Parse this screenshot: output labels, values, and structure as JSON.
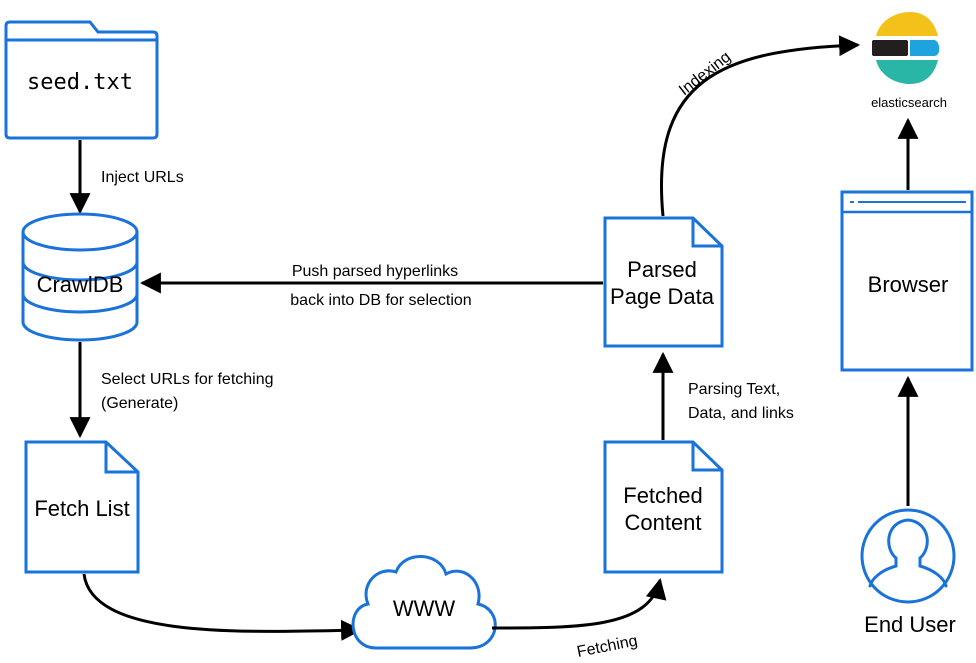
{
  "colors": {
    "stroke": "#1a73d9",
    "arrow": "#000000",
    "text": "#000000",
    "elastic_yellow": "#f3c11a",
    "elastic_black": "#231f20",
    "elastic_blue": "#1ea3df",
    "elastic_teal": "#29b6a7"
  },
  "nodes": {
    "seed": "seed.txt",
    "crawldb": "CrawlDB",
    "fetch_list": "Fetch List",
    "www": "WWW",
    "fetched_content": [
      "Fetched",
      "Content"
    ],
    "parsed_data": [
      "Parsed",
      "Page Data"
    ],
    "elasticsearch": "elasticsearch",
    "browser": "Browser",
    "end_user": "End User"
  },
  "edges": {
    "inject": "Inject URLs",
    "push": [
      "Push parsed hyperlinks",
      "back into DB for selection"
    ],
    "select": [
      "Select URLs for fetching",
      "(Generate)"
    ],
    "parsing": [
      "Parsing Text,",
      "Data, and links"
    ],
    "fetching": "Fetching",
    "indexing": "Indexing"
  },
  "icons": {
    "folder": "folder-icon",
    "database": "database-icon",
    "document": "document-icon",
    "cloud": "cloud-icon",
    "browser_window": "browser-window-icon",
    "user": "user-icon",
    "logo": "elasticsearch-logo-icon"
  }
}
